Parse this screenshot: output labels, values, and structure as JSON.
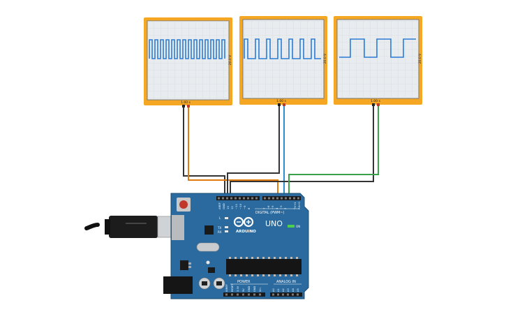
{
  "scopes": [
    {
      "time_label": "1.00 s",
      "volt_label": "20.0 V",
      "waveform": "square-fast"
    },
    {
      "time_label": "1.00 s",
      "volt_label": "20.0 V",
      "waveform": "square-medium"
    },
    {
      "time_label": "1.00 s",
      "volt_label": "20.0 V",
      "waveform": "square-slow"
    }
  ],
  "board": {
    "header_top_labels": [
      "AREF",
      "GND",
      "13",
      "12",
      "~11",
      "~10",
      "~9",
      "8",
      "7",
      "~6",
      "~5",
      "4",
      "~3",
      "2",
      "TX→1",
      "RX←0"
    ],
    "digital_label": "DIGITAL (PWM~)",
    "brand": "ARDUINO",
    "model": "UNO",
    "on_label": "ON",
    "led_l": "L",
    "led_tx": "TX",
    "led_rx": "RX",
    "power_label": "POWER",
    "analog_label": "ANALOG IN",
    "power_pins": [
      "IOREF",
      "RESET",
      "3.3V",
      "5V",
      "GND",
      "GND",
      "Vin"
    ],
    "analog_pins": [
      "A0",
      "A1",
      "A2",
      "A3",
      "A4",
      "A5"
    ]
  },
  "colors": {
    "scope_frame": "#f5a623",
    "board": "#2a6a9e",
    "wave": "#2b7bd6",
    "wire_black": "#333333",
    "wire_orange": "#e07b10",
    "wire_blue": "#2a8fd0",
    "wire_green": "#3aa04a"
  }
}
